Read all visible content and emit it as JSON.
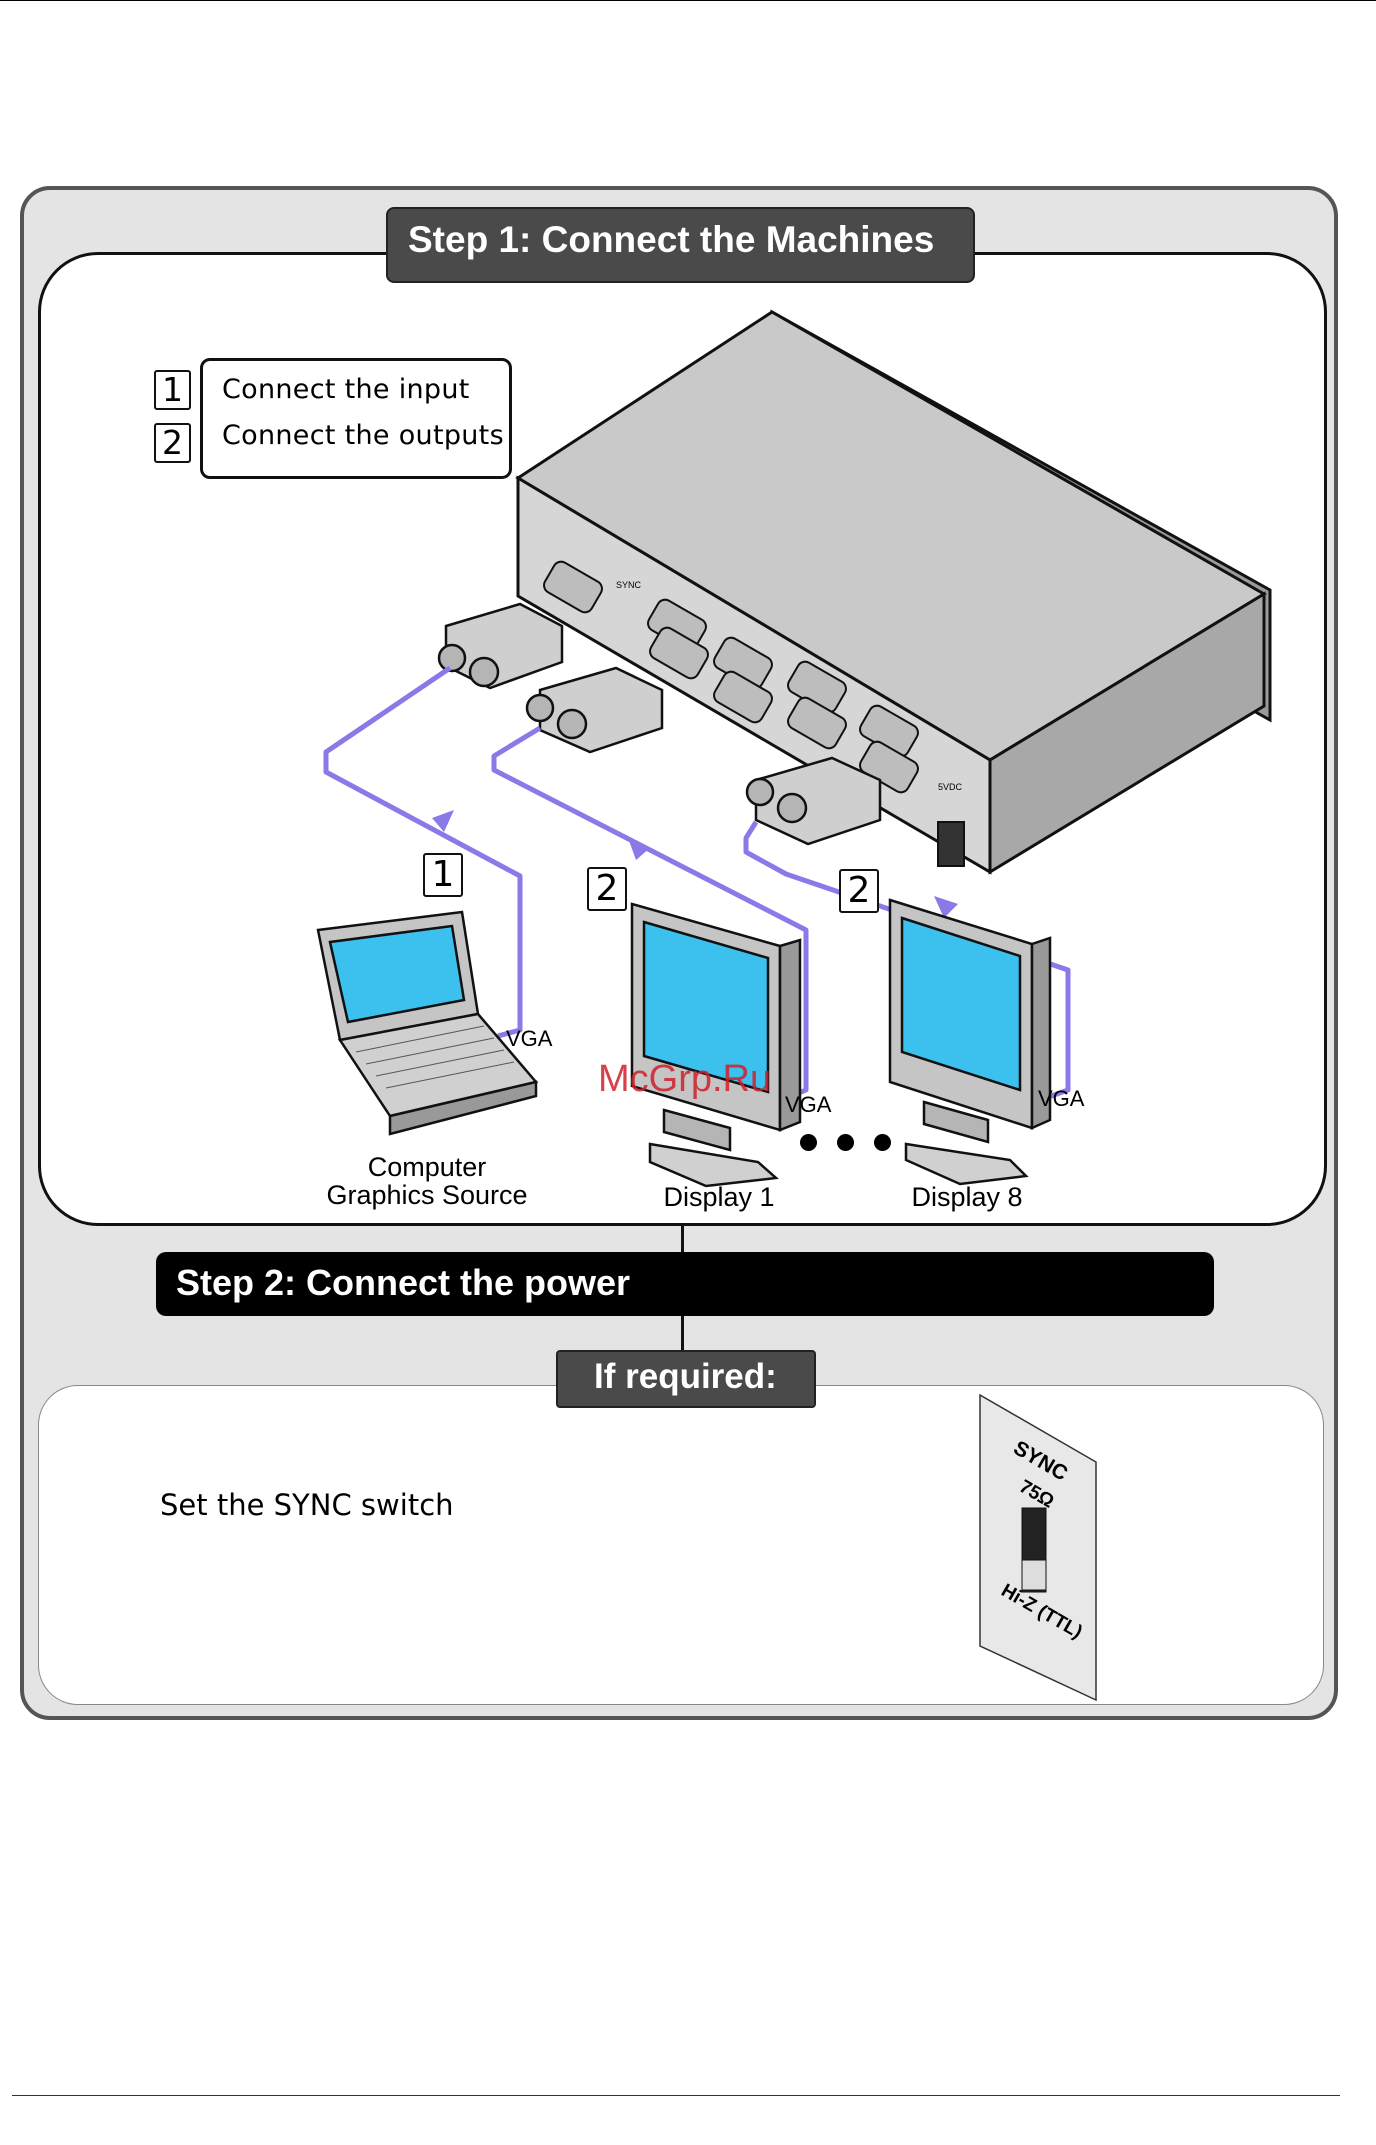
{
  "step1": {
    "title": "Step 1: Connect the Machines",
    "legend": [
      {
        "number": "1",
        "text": "Connect the input"
      },
      {
        "number": "2",
        "text": "Connect the outputs"
      }
    ],
    "callouts": [
      "1",
      "2",
      "2"
    ],
    "devices": {
      "source": {
        "label_line1": "Computer",
        "label_line2": "Graphics Source",
        "cable": "VGA"
      },
      "display_first": {
        "label": "Display 1",
        "cable": "VGA"
      },
      "display_last": {
        "label": "Display 8",
        "cable": "VGA"
      }
    },
    "rear_panel": {
      "sync_label": "SYNC",
      "power_label": "5VDC"
    }
  },
  "step2": {
    "title": "Step 2: Connect the power"
  },
  "optional": {
    "title": "If required:",
    "instruction": "Set the SYNC switch",
    "switch": {
      "label": "SYNC",
      "position_top": "75Ω",
      "position_bottom": "Hi-Z (TTL)"
    }
  },
  "watermark": "McGrp.Ru",
  "colors": {
    "cable": "#8a7ae8",
    "screen": "#3cc0ee",
    "panel_bg": "#e4e4e4",
    "banner_dark": "#4a4a4a"
  }
}
